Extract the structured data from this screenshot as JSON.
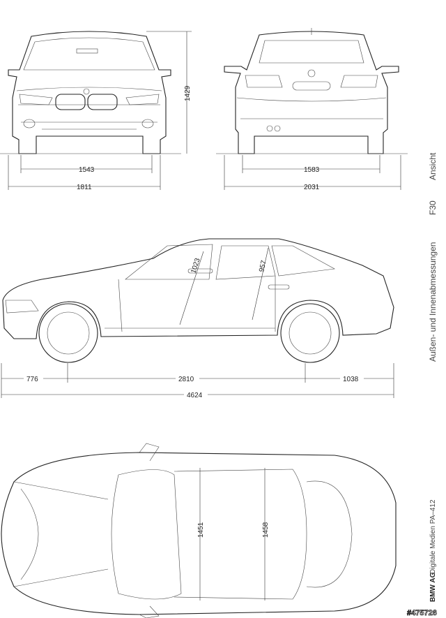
{
  "front_view": {
    "height": "1429",
    "track": "1543",
    "width": "1811"
  },
  "rear_view": {
    "track": "1583",
    "width": "2031"
  },
  "side_view": {
    "front_headroom": "1023",
    "rear_headroom": "957",
    "front_overhang": "776",
    "wheelbase": "2810",
    "rear_overhang": "1038",
    "length": "4624"
  },
  "top_view": {
    "front_shoulder": "1451",
    "rear_shoulder": "1458"
  },
  "sidebar": {
    "view": "Ansicht",
    "model": "F30",
    "subject": "Außen- und Innenabmessungen",
    "company": "BMW AG",
    "department": "Digitale Medien PA–412"
  },
  "watermark": "#475726"
}
